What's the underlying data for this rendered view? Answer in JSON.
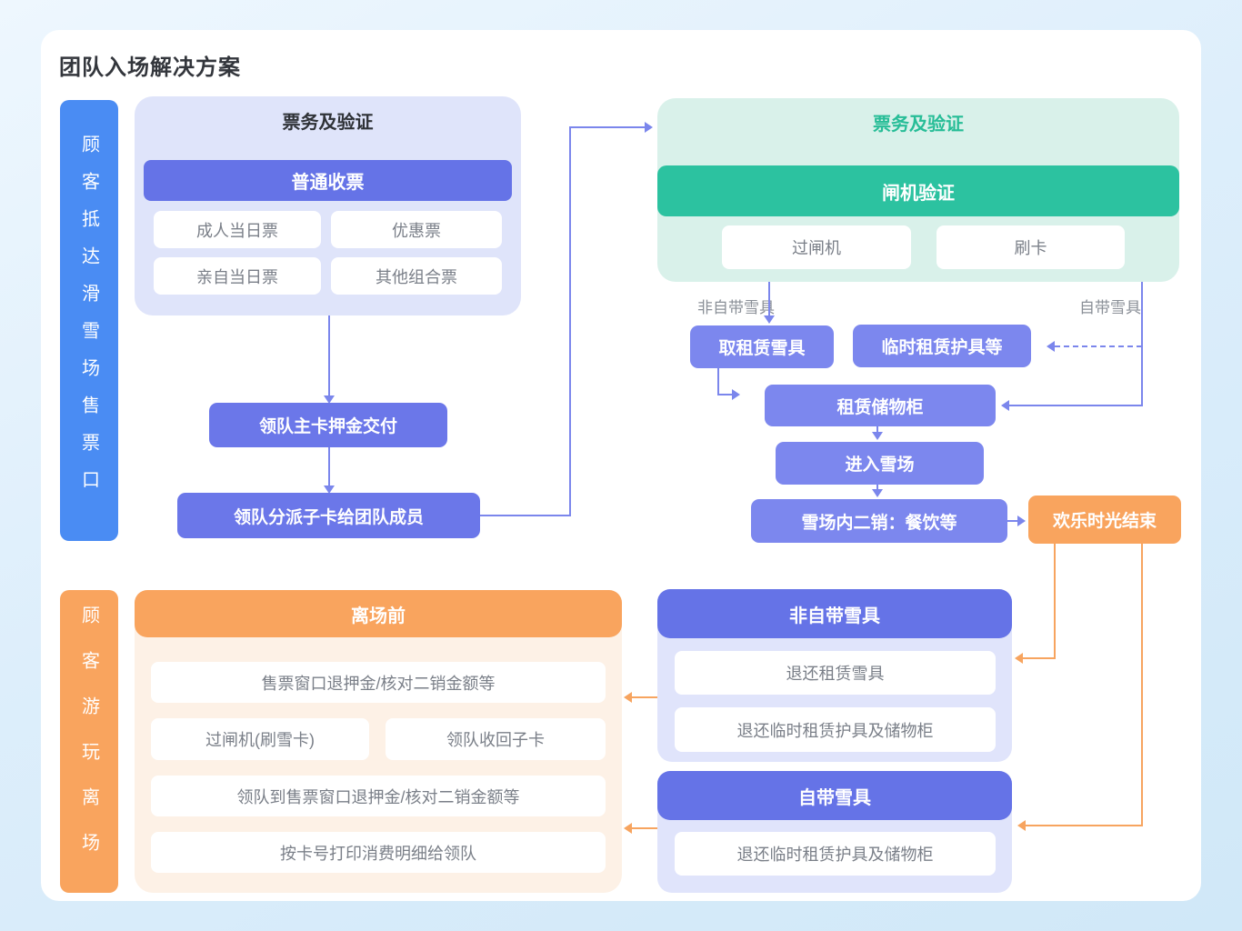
{
  "title": "团队入场解决方案",
  "colors": {
    "sidebar_blue": "#4a8cf3",
    "sidebar_orange": "#f9a45e",
    "indigo_header": "#6573e7",
    "flow_purple": "#7c87ee",
    "teal": "#2cc2a0",
    "mint_bg": "#d9f1ea",
    "lavender_bg": "#dfe4fa",
    "peach_bg": "#fdf1e6",
    "purple_connector": "#7b86ec",
    "orange_connector": "#f7a45f",
    "green_text": "#27bd97",
    "gray_text": "#7a7f88"
  },
  "arrival": {
    "sidebar": "顾客抵达滑雪场售票口",
    "ticketing": {
      "title": "票务及验证",
      "header": "普通收票",
      "tickets": [
        "成人当日票",
        "优惠票",
        "亲自当日票",
        "其他组合票"
      ]
    },
    "steps": [
      "领队主卡押金交付",
      "领队分派子卡给团队成员"
    ]
  },
  "gate": {
    "title": "票务及验证",
    "header": "闸机验证",
    "options": [
      "过闸机",
      "刷卡"
    ]
  },
  "flow": {
    "label_not_own_gear": "非自带雪具",
    "label_own_gear": "自带雪具",
    "take_rental_gear": "取租赁雪具",
    "temp_rental_protect": "临时租赁护具等",
    "rent_locker": "租赁储物柜",
    "enter_resort": "进入雪场",
    "secondary_sales": "雪场内二销：餐饮等",
    "happy_end": "欢乐时光结束"
  },
  "departure": {
    "sidebar": "顾客游玩离场",
    "title": "离场前",
    "items": [
      "售票窗口退押金/核对二销金额等",
      "过闸机(刷雪卡)",
      "领队收回子卡",
      "领队到售票窗口退押金/核对二销金额等",
      "按卡号打印消费明细给领队"
    ]
  },
  "returns": {
    "not_own": {
      "title": "非自带雪具",
      "items": [
        "退还租赁雪具",
        "退还临时租赁护具及储物柜"
      ]
    },
    "own": {
      "title": "自带雪具",
      "items": [
        "退还临时租赁护具及储物柜"
      ]
    }
  }
}
